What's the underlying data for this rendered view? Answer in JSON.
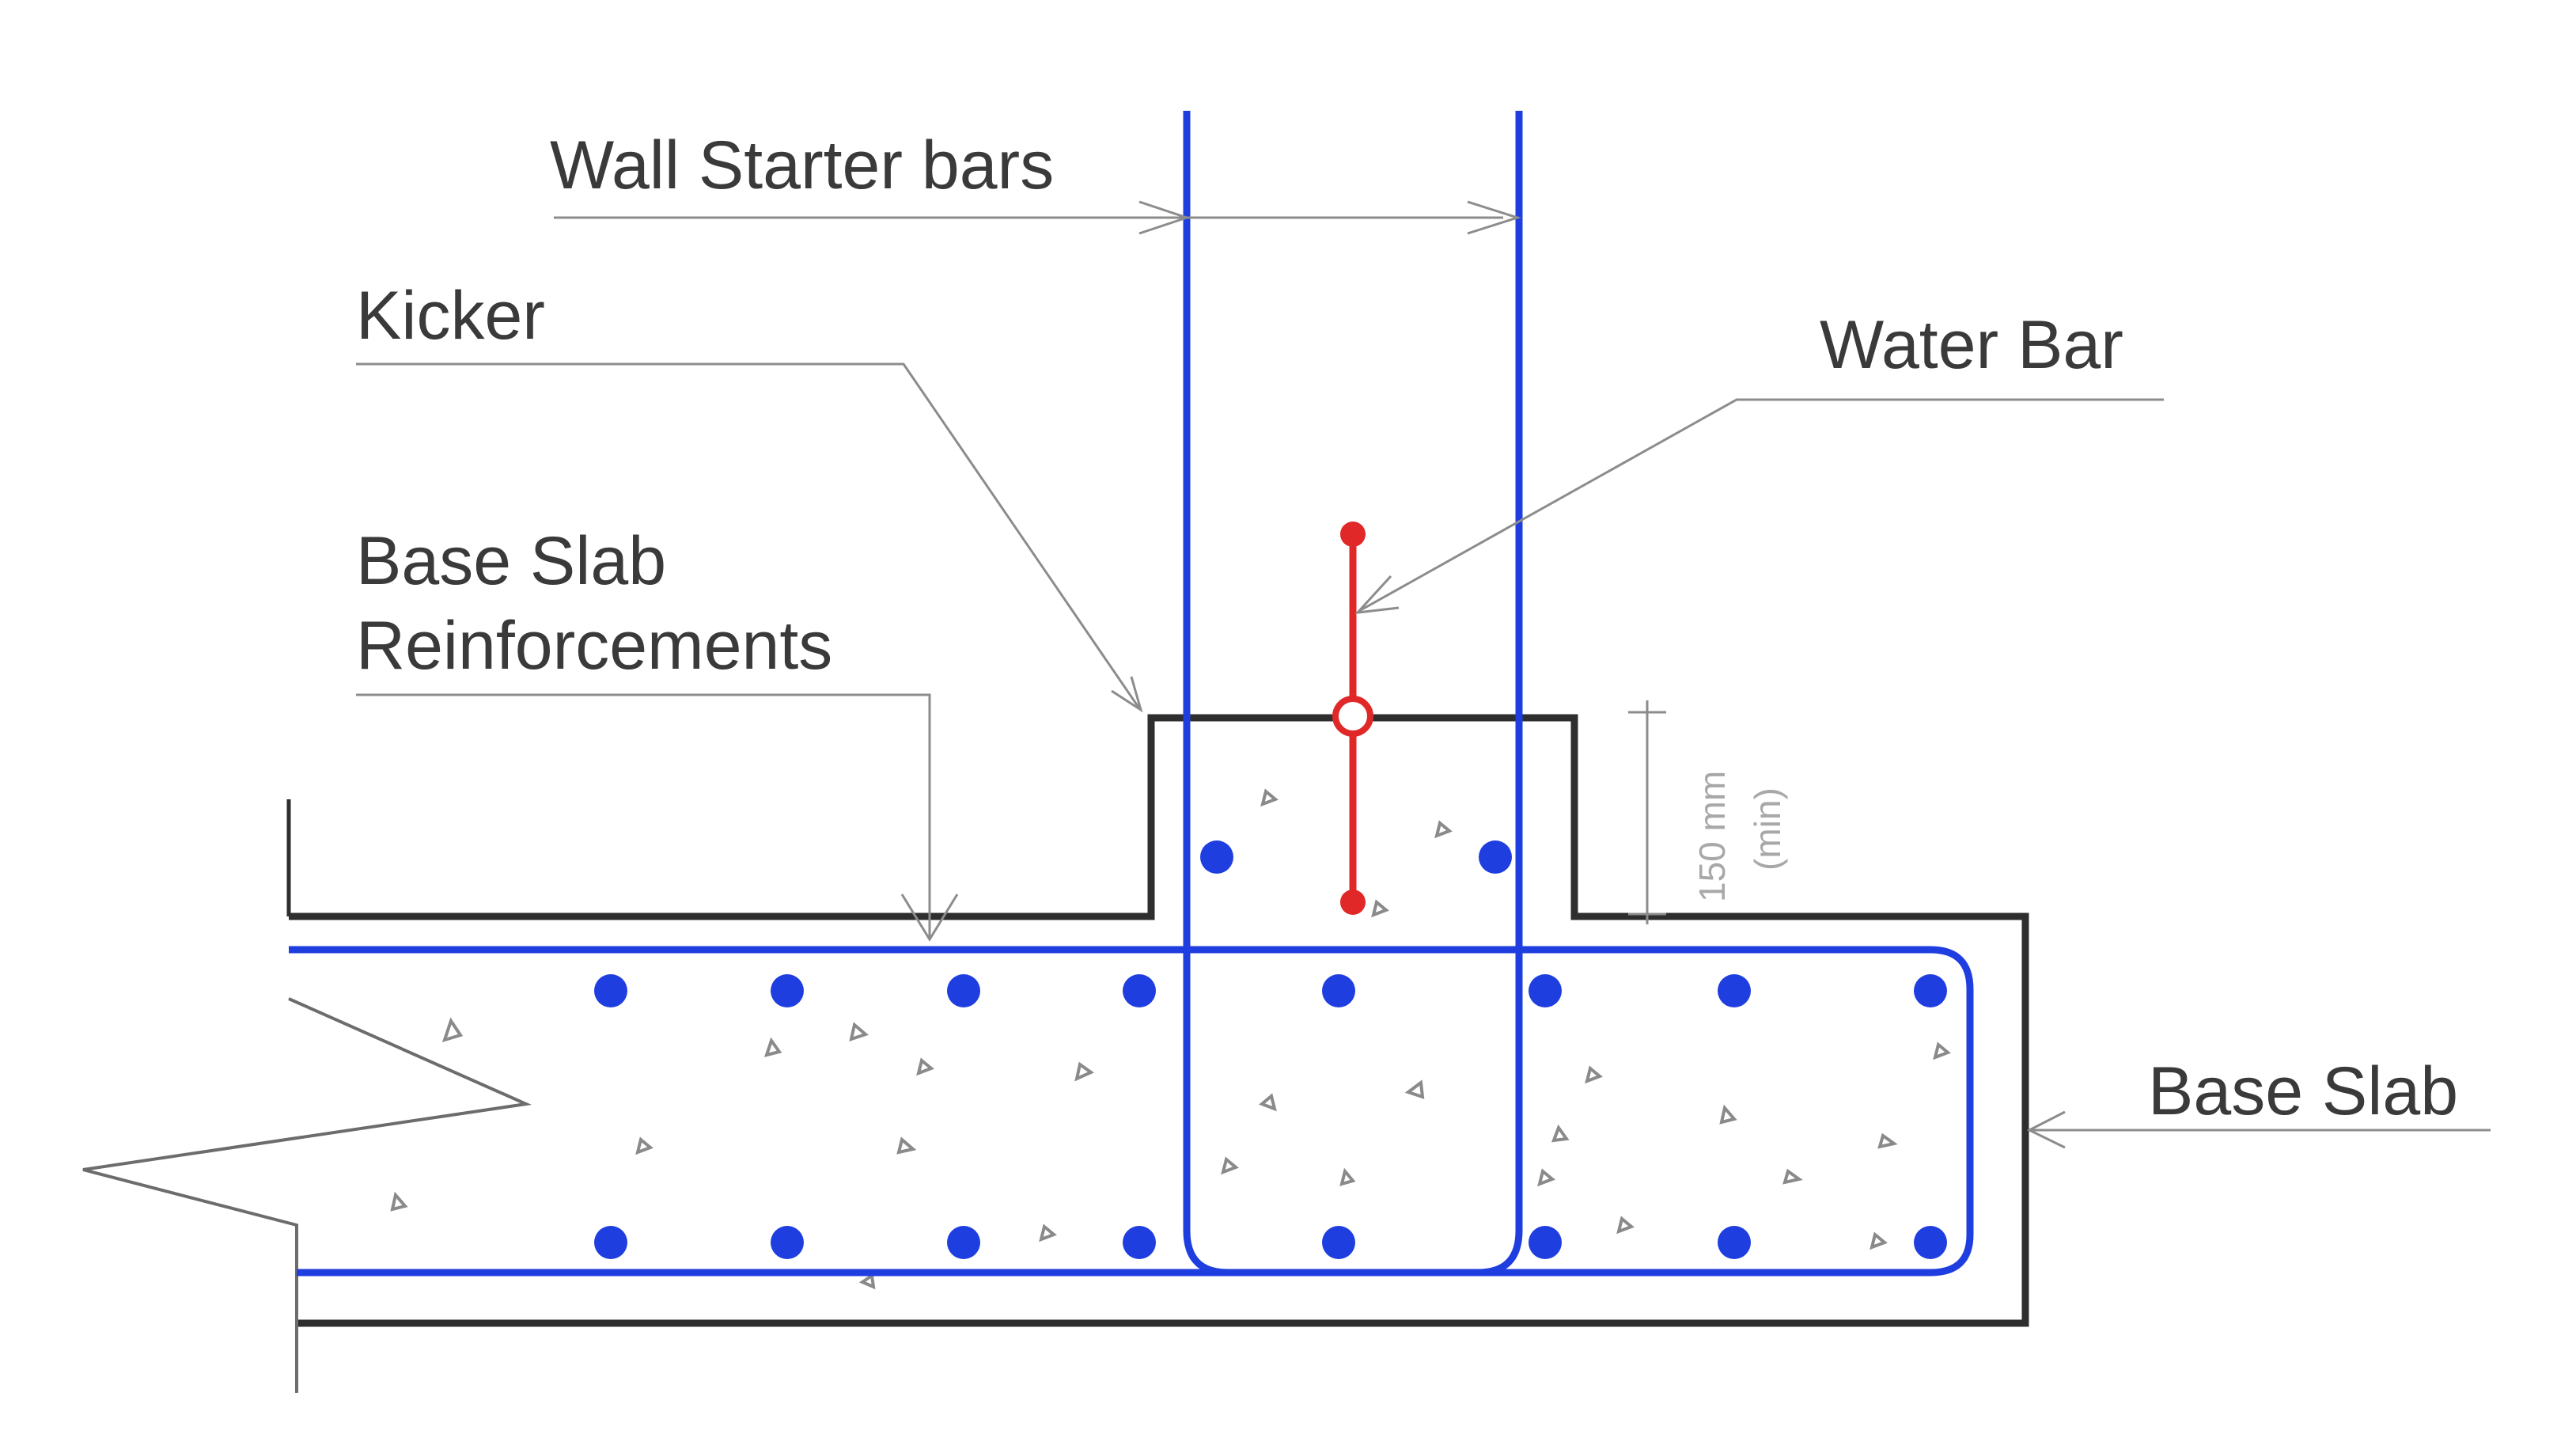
{
  "labels": {
    "wall_starter_bars": "Wall Starter bars",
    "kicker": "Kicker",
    "base_slab_reinforcements_line1": "Base Slab",
    "base_slab_reinforcements_line2": "Reinforcements",
    "water_bar": "Water Bar",
    "base_slab": "Base Slab",
    "kicker_height_value": "150 mm",
    "kicker_height_note": "(min)"
  },
  "colors": {
    "concrete_outline": "#2e2e2e",
    "rebar": "#1f3ee0",
    "water_bar": "#e02828",
    "leader": "#8c8c8c",
    "text": "#3a3a3a"
  }
}
